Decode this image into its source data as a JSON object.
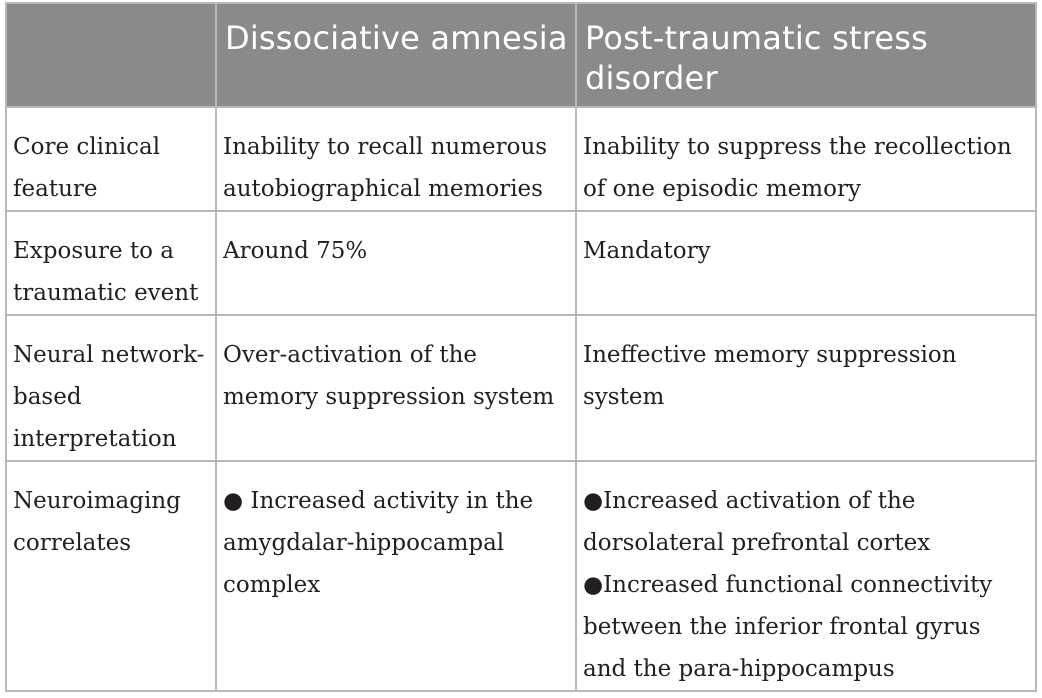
{
  "header": {
    "col1": "",
    "col2": "Dissociative amnesia",
    "col3": "Post-traumatic stress disorder"
  },
  "rows": [
    {
      "feature": "Core clinical feature",
      "amnesia": "Inability to recall numerous autobiographical memories",
      "ptsd": "Inability to suppress the recollection of one episodic memory"
    },
    {
      "feature": "Exposure to a traumatic event",
      "amnesia": "Around 75%",
      "ptsd": "Mandatory"
    },
    {
      "feature": "Neural network-based interpretation",
      "amnesia": "Over-activation of the memory suppression system",
      "ptsd": "Ineffective memory suppression system"
    },
    {
      "feature": "Neuroimaging correlates",
      "amnesia": "● Increased activity in the amygdalar-hippocampal complex",
      "ptsd_items": [
        "●Increased activation of the dorsolateral prefrontal cortex",
        "●Increased functional connectivity between the inferior frontal gyrus and the para-hippocampus"
      ]
    }
  ]
}
